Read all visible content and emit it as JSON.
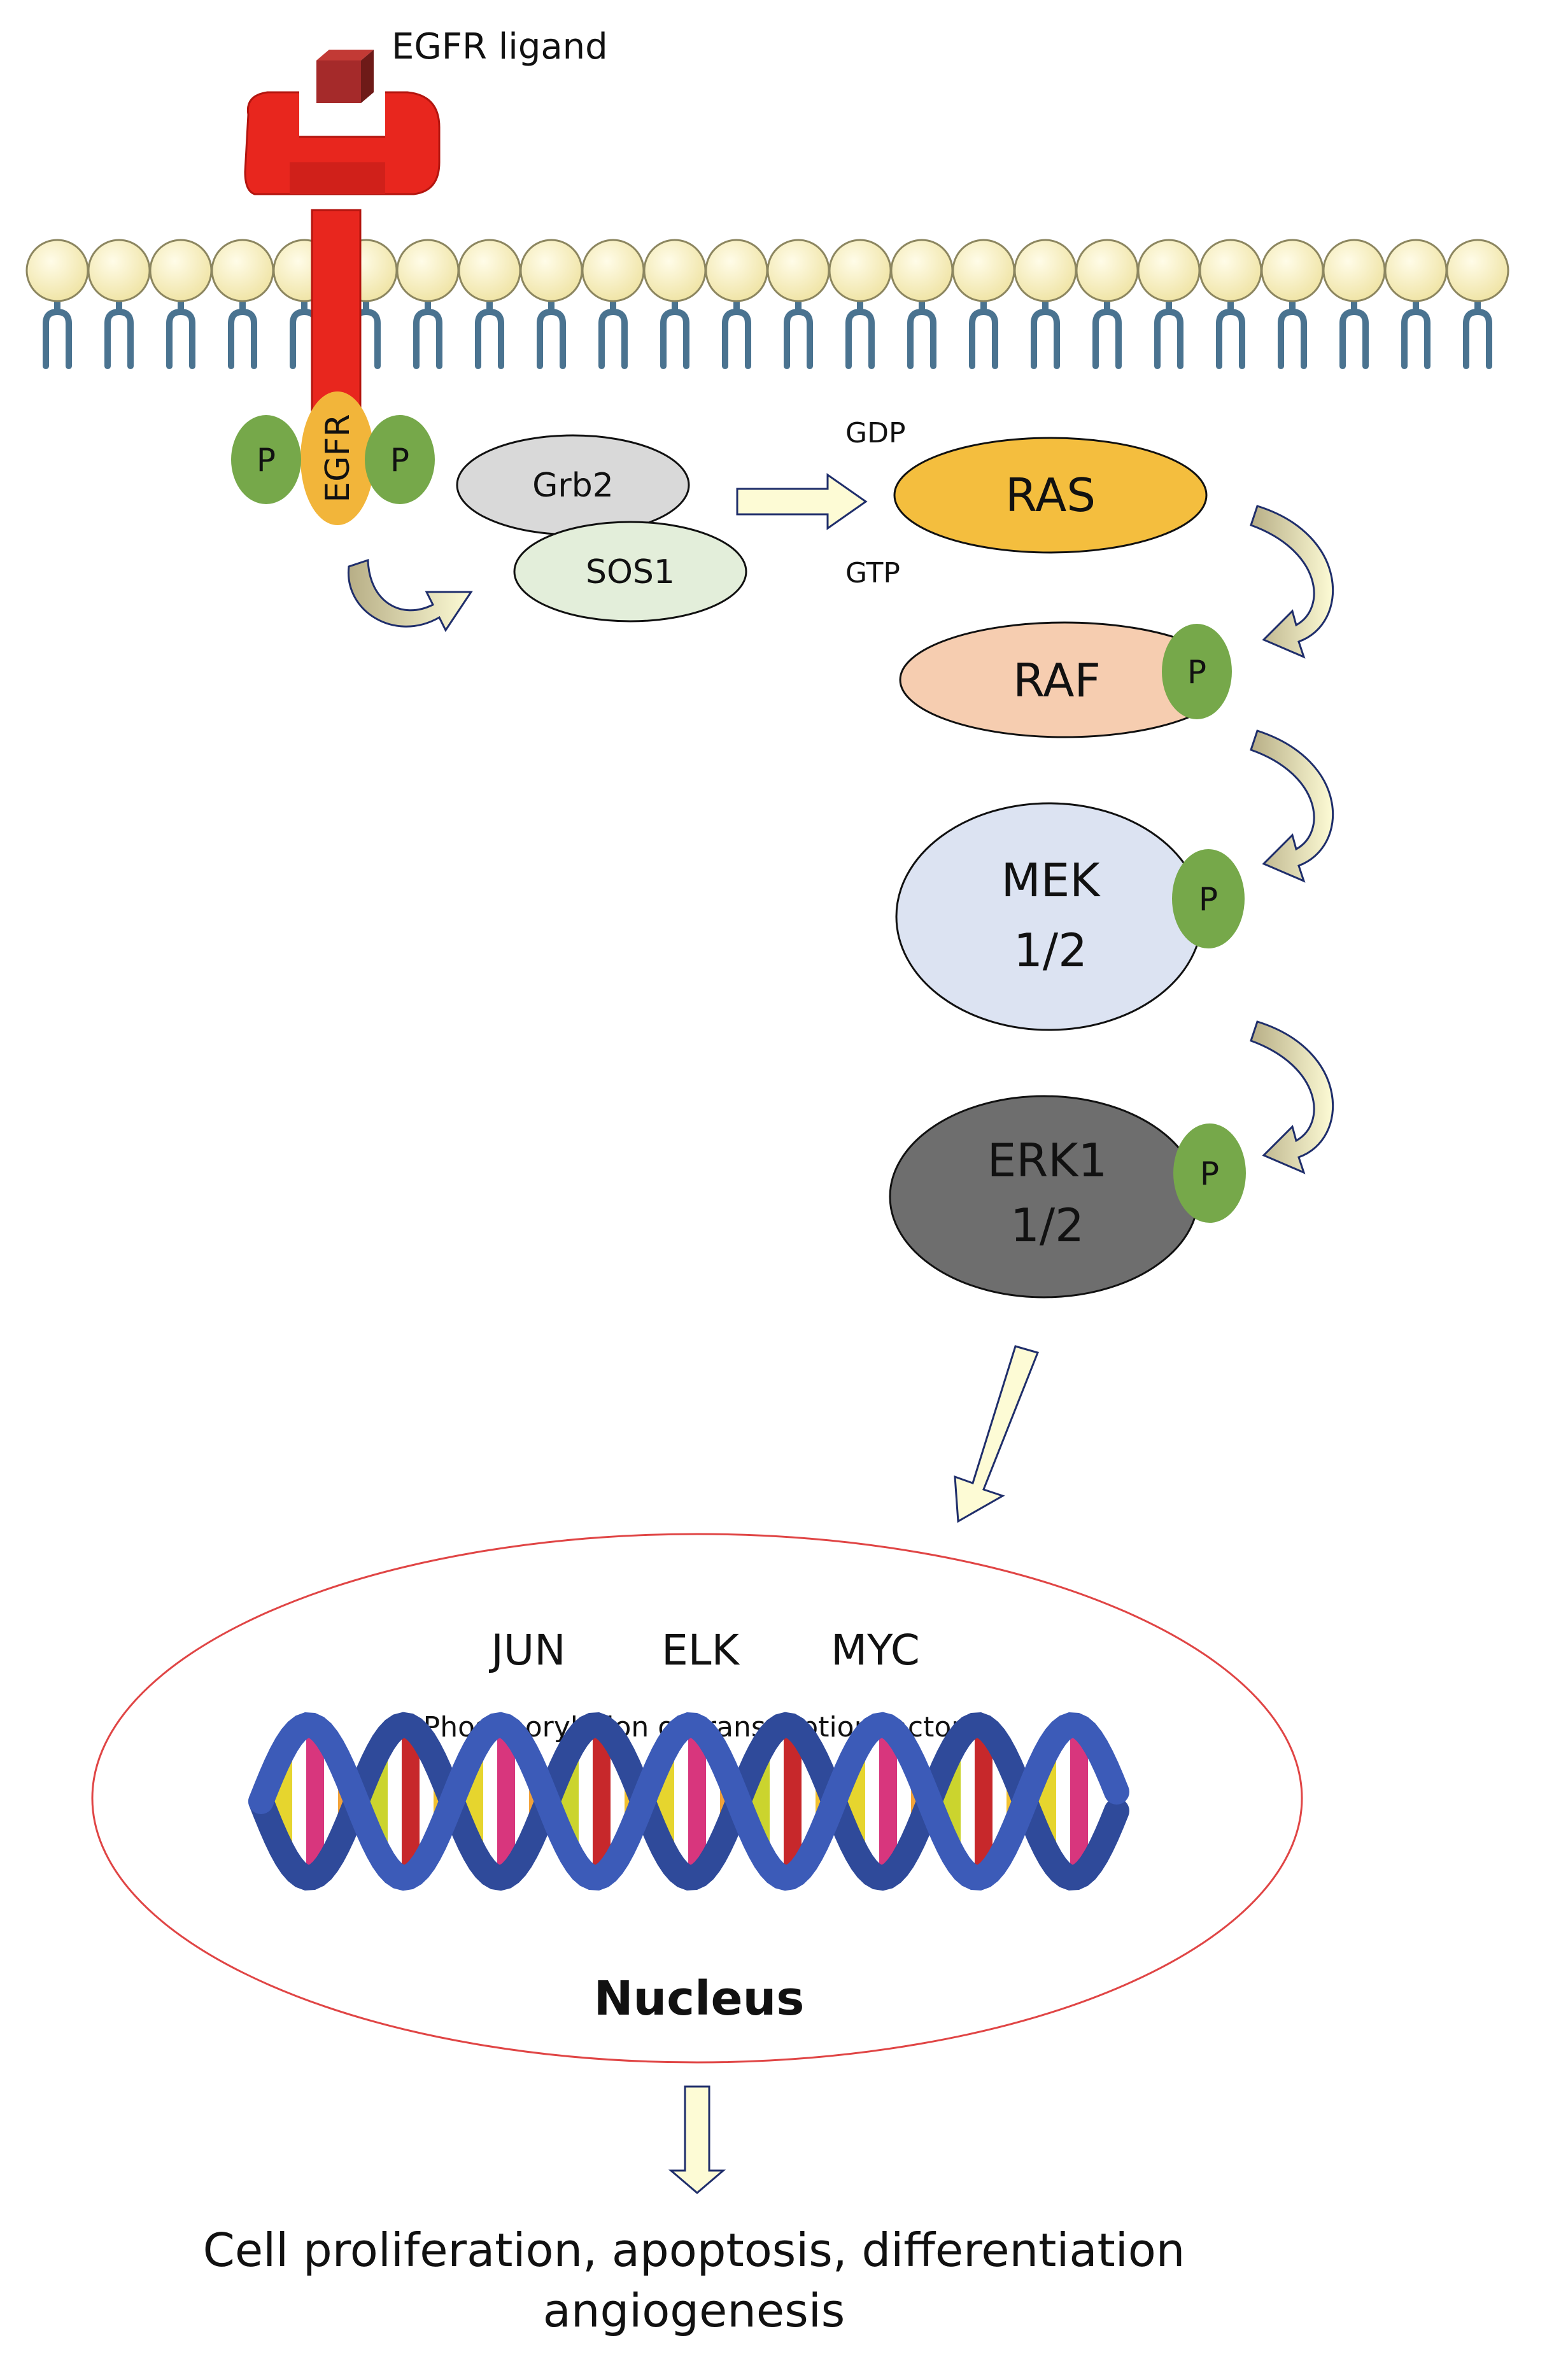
{
  "ligand_label": "EGFR ligand",
  "receptor": {
    "label": "EGFR",
    "phospho_left": "P",
    "phospho_right": "P"
  },
  "adaptors": {
    "grb2": "Grb2",
    "sos1": "SOS1"
  },
  "ras": {
    "label": "RAS",
    "gdp": "GDP",
    "gtp": "GTP"
  },
  "raf": {
    "label": "RAF",
    "phospho": "P"
  },
  "mek": {
    "line1": "MEK",
    "line2": "1/2",
    "phospho": "P"
  },
  "erk": {
    "line1": "ERK1",
    "line2": "1/2",
    "phospho": "P"
  },
  "nucleus": {
    "tf1": "JUN",
    "tf2": "ELK",
    "tf3": "MYC",
    "caption": "Phosphorylation of transcription factors",
    "label": "Nucleus"
  },
  "outcome": {
    "line1": "Cell proliferation, apoptosis, differentiation",
    "line2": "angiogenesis"
  },
  "colors": {
    "ligand": "#A52A2A",
    "receptor": "#E8261E",
    "egfr_body": "#F2B53A",
    "phospho": "#76A84A",
    "grb2": "#D9D9D9",
    "sos1": "#E3EEDA",
    "ras": "#F4BE3E",
    "raf": "#F6CDB0",
    "mek": "#DCE3F2",
    "erk": "#6E6E6E",
    "arrow_fill": "#FDFBD5",
    "arrow_stroke": "#1F2E6B",
    "nucleus_outline": "#E04545",
    "membrane_head": "#FBF3C4",
    "membrane_tail": "#4A7390"
  }
}
